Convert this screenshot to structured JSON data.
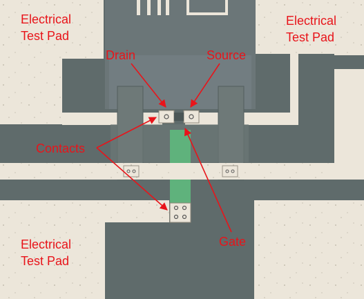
{
  "labels": {
    "pad_top_left_line1": "Electrical",
    "pad_top_left_line2": "Test Pad",
    "pad_top_right_line1": "Electrical",
    "pad_top_right_line2": "Test Pad",
    "pad_bottom_left_line1": "Electrical",
    "pad_bottom_left_line2": "Test Pad",
    "drain": "Drain",
    "source": "Source",
    "contacts": "Contacts",
    "gate": "Gate"
  },
  "colors": {
    "substrate": "#5f6b6b",
    "metal": "#ece6da",
    "gate_poly": "#5fb27c",
    "annotation": "#e8141a"
  }
}
